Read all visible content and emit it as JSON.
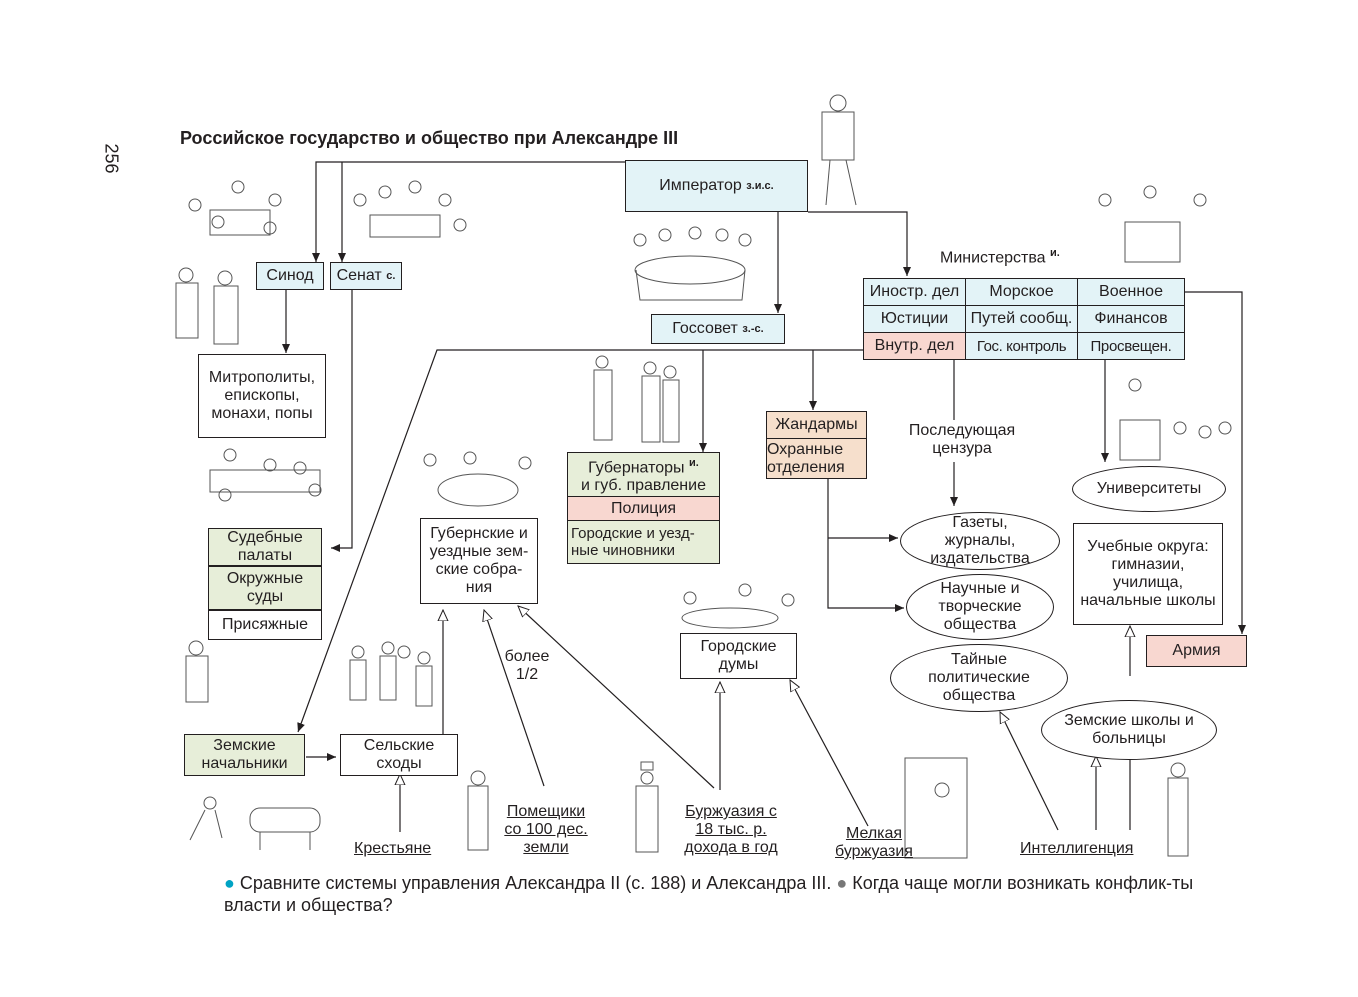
{
  "page_number": "256",
  "title": "Российское государство и общество при Александре III",
  "emperor": {
    "label": "Император",
    "mark": "з.и.с."
  },
  "ministries_label": {
    "label": "Министерства",
    "mark": "и."
  },
  "ministries": [
    [
      "Иностр. дел",
      "Морское",
      "Военное"
    ],
    [
      "Юстиции",
      "Путей сообщ.",
      "Финансов"
    ],
    [
      "Внутр. дел",
      "Гос. контроль",
      "Просвещен."
    ]
  ],
  "synod": "Синод",
  "senate": {
    "label": "Сенат",
    "mark": "с."
  },
  "gossovet": {
    "label": "Госсовет",
    "mark": "з.-с."
  },
  "clergy": "Митрополиты, епископы, монахи, попы",
  "courts": {
    "chambers": "Судебные палаты",
    "district": "Окружные суды",
    "jury": "Присяжные"
  },
  "zemstvo_assemblies": "Губернские и уездные зем-ские собра-ния",
  "governors": {
    "label": "Губернаторы",
    "mark": "и.",
    "line2": "и губ. правление",
    "police": "Полиция",
    "officials": "Городские и уезд-ные чиновники"
  },
  "gendarmes": "Жандармы",
  "okhrana": "Охранные отделения",
  "censorship": "Последующая цензура",
  "newspapers": "Газеты, журналы, издательства",
  "scientific": "Научные и творческие общества",
  "secret": "Тайные политические общества",
  "universities": "Университеты",
  "school_districts": "Учебные округа: гимназии, училища, начальные школы",
  "army": "Армия",
  "zemstvo_schools": "Земские школы и больницы",
  "city_dumas": "Городские думы",
  "zemsky_chiefs": "Земские начальники",
  "village_assemblies": "Сельские сходы",
  "more_half": "более 1/2",
  "peasants": "Крестьяне",
  "landowners": "Помещики со 100 дес. земли",
  "bourgeoisie": "Буржуазия с 18 тыс. р. дохода в год",
  "petty_bourgeoisie": "Мелкая буржуазия",
  "intelligentsia": "Интеллигенция",
  "question1": "Сравните системы управления Александра II (с. 188) и Александра III.",
  "question2": "Когда чаще могли возникать конфлик-ты власти и общества?",
  "colors": {
    "blue": "#e3f3f7",
    "green": "#e7eed9",
    "pink": "#f8d7d0",
    "tan": "#f6dfcc",
    "bullet": "#00a3c4"
  }
}
